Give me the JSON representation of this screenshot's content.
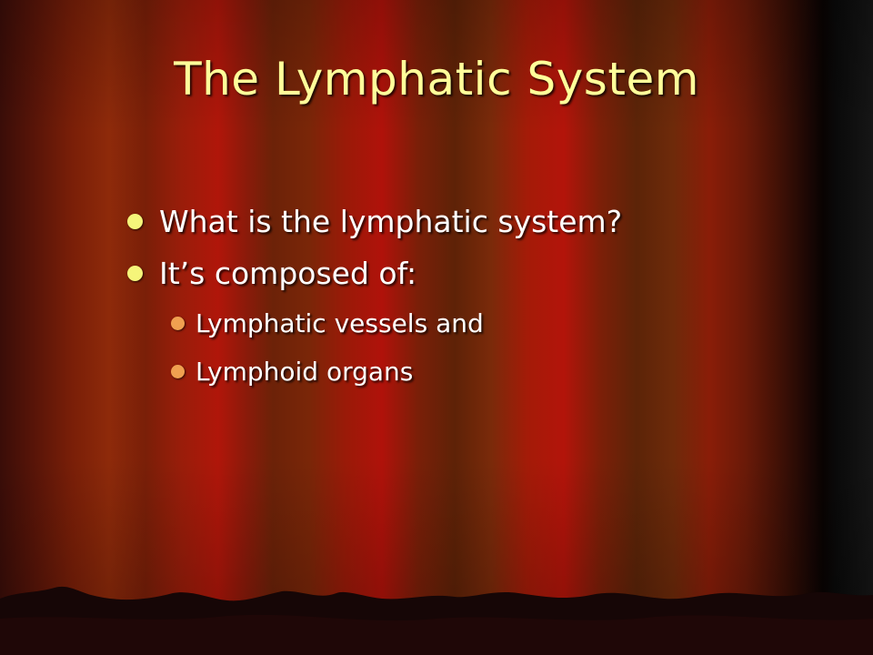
{
  "slide": {
    "title": "The Lymphatic System",
    "bullets": [
      {
        "text": "What is the lymphatic system?",
        "level": 1
      },
      {
        "text": "It’s composed of:",
        "level": 1
      },
      {
        "text": "Lymphatic vessels and",
        "level": 2
      },
      {
        "text": "Lymphoid organs",
        "level": 2
      }
    ]
  },
  "colors": {
    "title": "#ffff9a",
    "level1_bullet": "#f5f57a",
    "level2_bullet": "#f0a050",
    "curtain_hem": "#160606"
  },
  "icons": {
    "background": "stage-curtain"
  }
}
